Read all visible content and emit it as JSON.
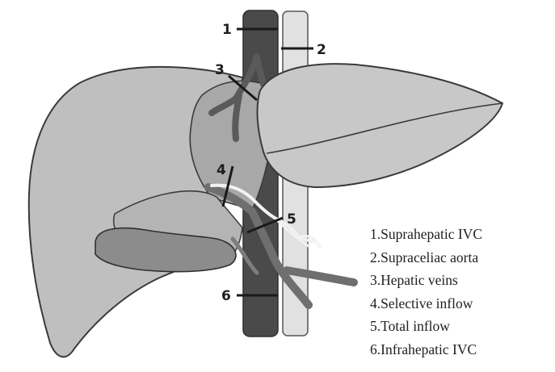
{
  "diagram": {
    "clamp_markers": [
      {
        "id": "1",
        "label": "1"
      },
      {
        "id": "2",
        "label": "2"
      },
      {
        "id": "3",
        "label": "3"
      },
      {
        "id": "4",
        "label": "4"
      },
      {
        "id": "5",
        "label": "5"
      },
      {
        "id": "6",
        "label": "6"
      }
    ],
    "legend": [
      "1.Suprahepatic IVC",
      "2.Supraceliac aorta",
      "3.Hepatic veins",
      "4.Selective inflow",
      "5.Total inflow",
      "6.Infrahepatic IVC"
    ],
    "colors": {
      "liver_fill": "#bfbfbf",
      "liver_outline": "#3a3a3a",
      "ivc": "#4a4a4a",
      "aorta": "#e1e1e1",
      "portal_vein": "#6f6f6f",
      "gallbladder": "#8c8c8c",
      "clamp": "#1a1a1a"
    }
  }
}
